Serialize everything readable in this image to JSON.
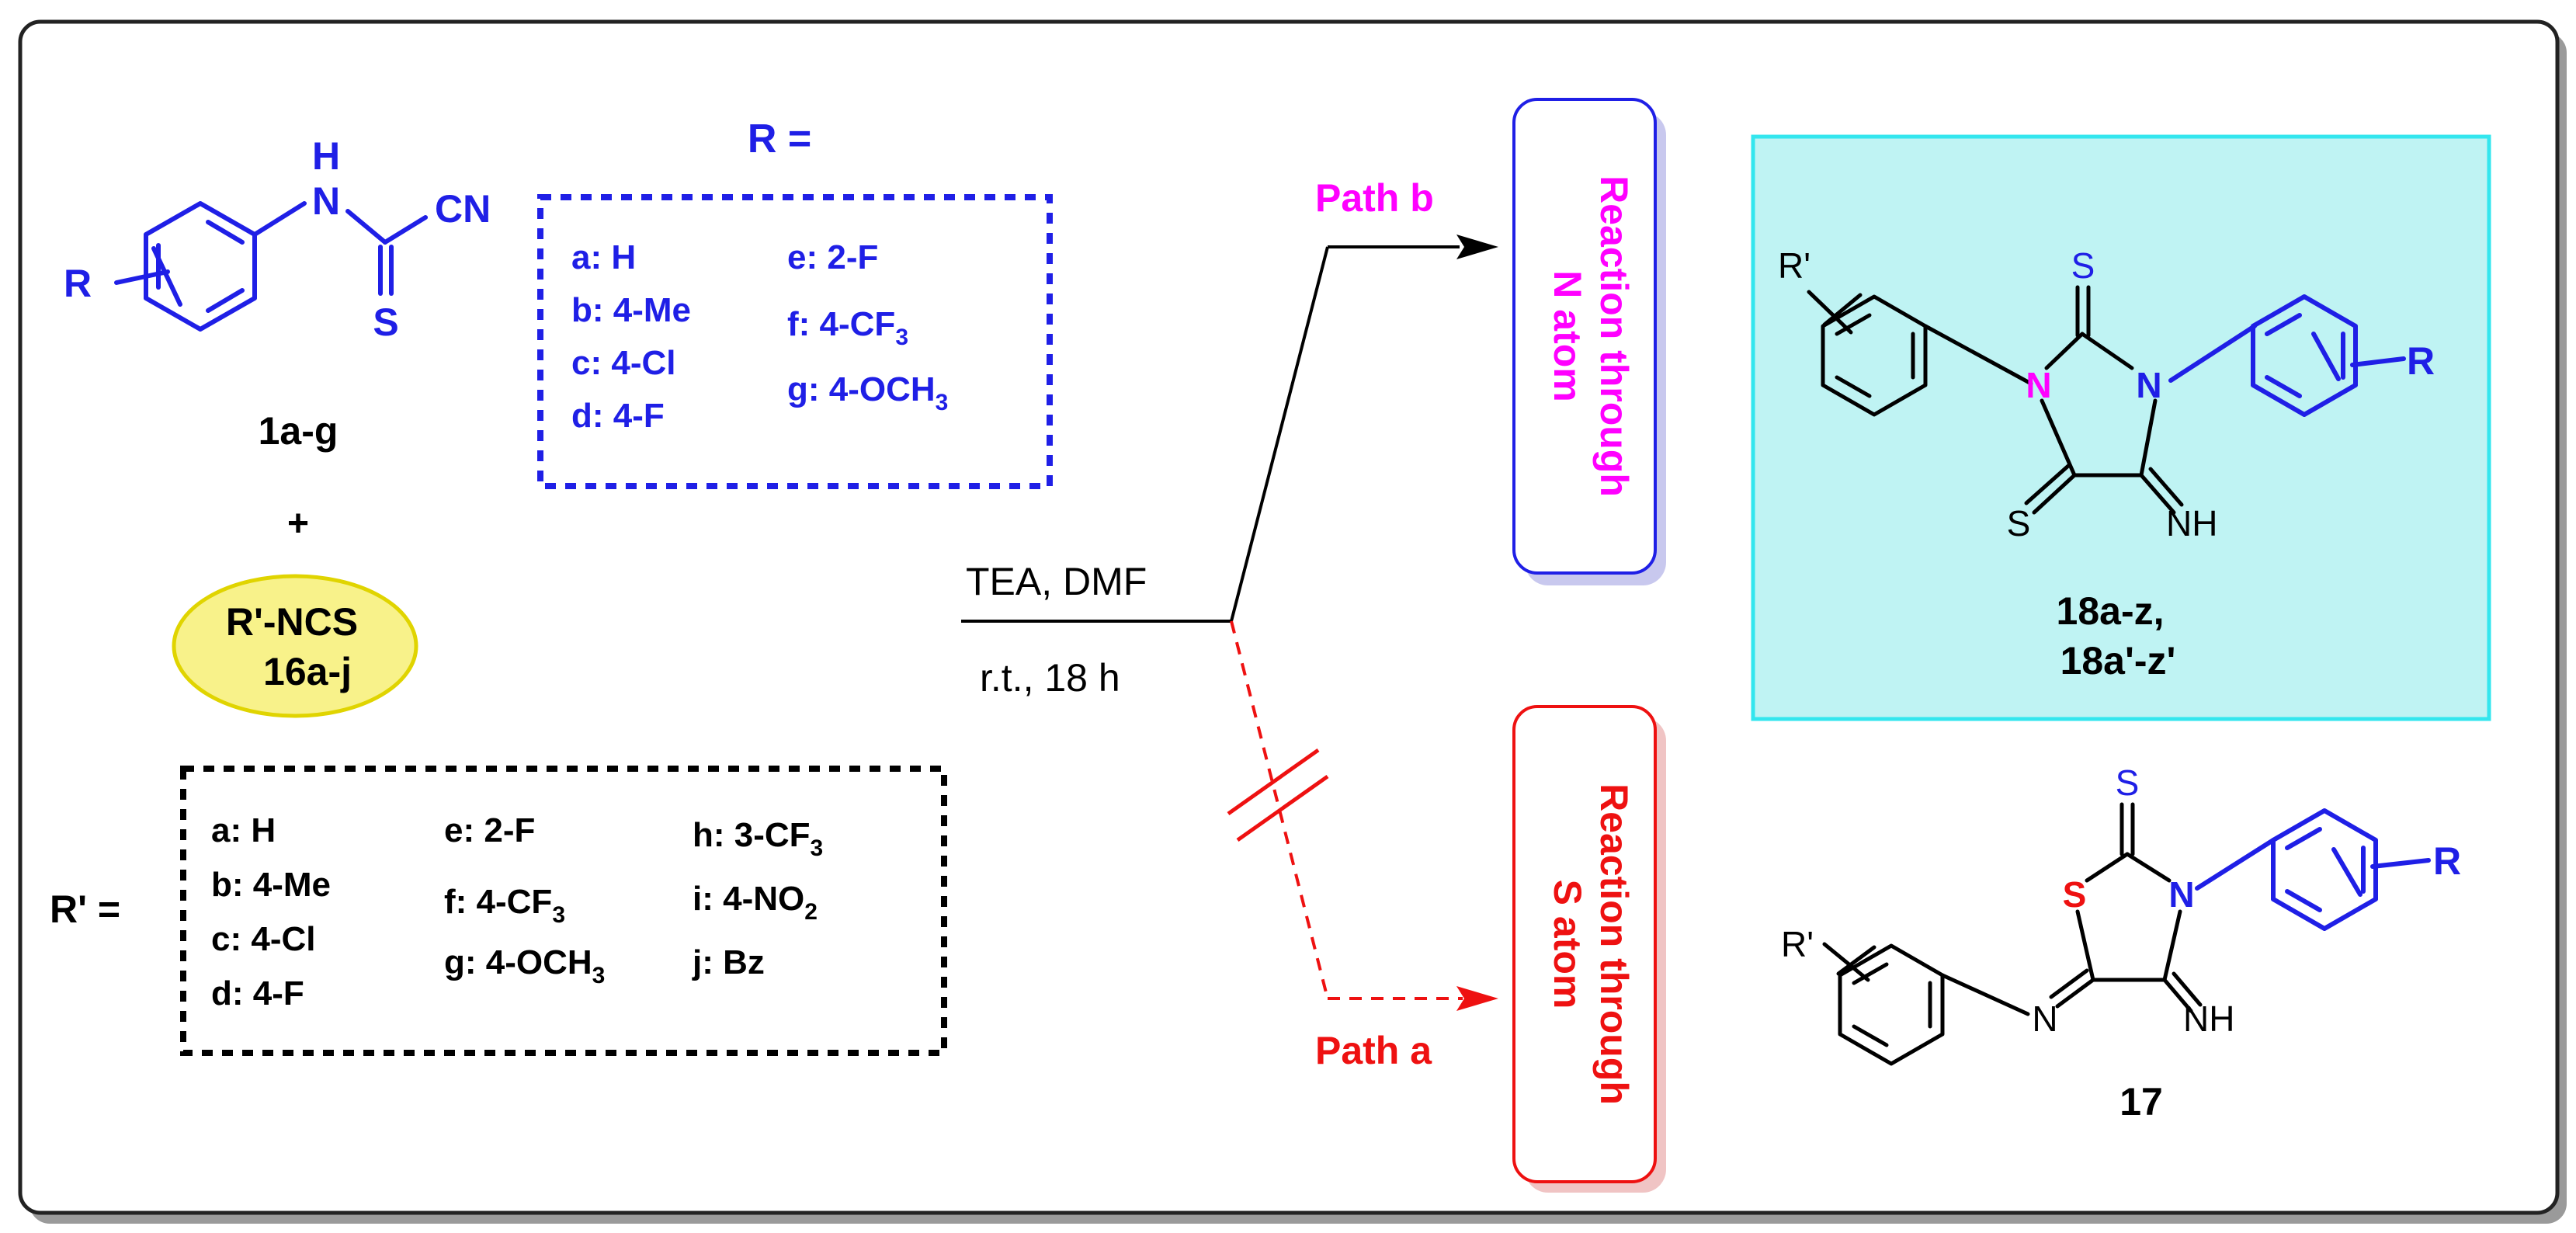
{
  "colors": {
    "blue": "#1f1fe6",
    "magenta": "#ff00ff",
    "red": "#ee1111",
    "black": "#000000",
    "highlight_fill": "#bff3f3",
    "highlight_border": "#33e6ee",
    "reagent_fill": "#f8f28a",
    "reagent_border": "#e0d400"
  },
  "reactant": {
    "atoms": {
      "nh_h": "H",
      "nh_n": "N",
      "cn": "CN",
      "s": "S",
      "r": "R"
    },
    "compound_label": "1a-g"
  },
  "r_table": {
    "title": "R =",
    "col1": [
      "a: H",
      "b: 4-Me",
      "c: 4-Cl",
      "d: 4-F"
    ],
    "col2_e": "e: 2-F",
    "col2_f": "f: 4-CF",
    "col2_f_sub": "3",
    "col2_g": "g: 4-OCH",
    "col2_g_sub": "3"
  },
  "plus": "+",
  "reagent": {
    "line1": "R'-NCS",
    "line2": "16a-j"
  },
  "rprime_table": {
    "label": "R' =",
    "col1": [
      "a: H",
      "b: 4-Me",
      "c: 4-Cl",
      "d: 4-F"
    ],
    "col2_e": "e: 2-F",
    "col2_f": "f: 4-CF",
    "col2_f_sub": "3",
    "col2_g": "g: 4-OCH",
    "col2_g_sub": "3",
    "col3_h": "h: 3-CF",
    "col3_h_sub": "3",
    "col3_i": "i: 4-NO",
    "col3_i_sub": "2",
    "col3_j": "j: Bz"
  },
  "conditions": {
    "above": "TEA, DMF",
    "below": "r.t.,  18 h"
  },
  "path_b": {
    "label": "Path b",
    "box_line1": "Reaction through",
    "box_line2": "N atom"
  },
  "path_a": {
    "label": "Path a",
    "box_line1": "Reaction through",
    "box_line2": "S atom"
  },
  "product_18": {
    "atoms": {
      "s_top": "S",
      "n_left": "N",
      "n_right": "N",
      "s_bottom": "S",
      "nh": "NH",
      "rprime": "R'",
      "r": "R"
    },
    "label_line1": "18a-z,",
    "label_line2": "18a'-z'"
  },
  "product_17": {
    "atoms": {
      "s_top": "S",
      "s_ring": "S",
      "n_ring": "N",
      "n_imine": "N",
      "nh": "NH",
      "rprime": "R'",
      "r": "R"
    },
    "label": "17"
  }
}
